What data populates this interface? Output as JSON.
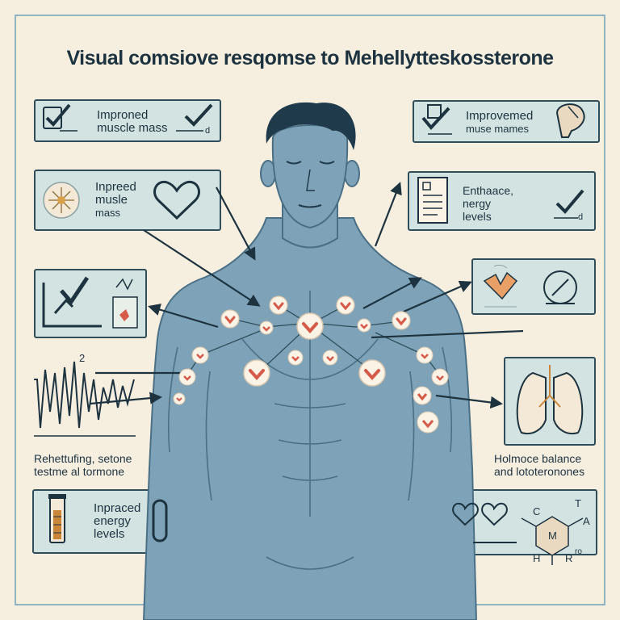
{
  "title": "Visual comsiove resqomse to Mehellytteskossterone",
  "cards": {
    "top_left": {
      "line1": "Improned",
      "line2": "muscle mass"
    },
    "mid_left": {
      "line1": "Inpreed",
      "line2": "musle",
      "line3": "mass"
    },
    "top_right": {
      "line1": "Improvemed",
      "line2": "muse mames"
    },
    "mid_right": {
      "line1": "Enthaace,",
      "line2": "nergy",
      "line3": "levels"
    },
    "bottom_left": {
      "line1": "Inpraced",
      "line2": "energy",
      "line3": "levels"
    }
  },
  "free_text": {
    "ecg_number": "2",
    "left_caption_line1": "Rehettufing, setone",
    "left_caption_line2": "testme al tormone",
    "right_caption_line1": "Holmoce balance",
    "right_caption_line2": "and lototeronones"
  },
  "molecule_letters": {
    "c": "C",
    "t": "T",
    "a": "A",
    "h": "H",
    "m": "M",
    "r": "R",
    "ro": "ro"
  },
  "small_marks": {
    "d_top": "d",
    "d_mid": "d"
  },
  "colors": {
    "background": "#f6efe0",
    "card": "#d3e3e1",
    "outline": "#2f4e59",
    "body": "#7ea3b8",
    "heart": "#d65a4a",
    "text": "#1d3340"
  }
}
